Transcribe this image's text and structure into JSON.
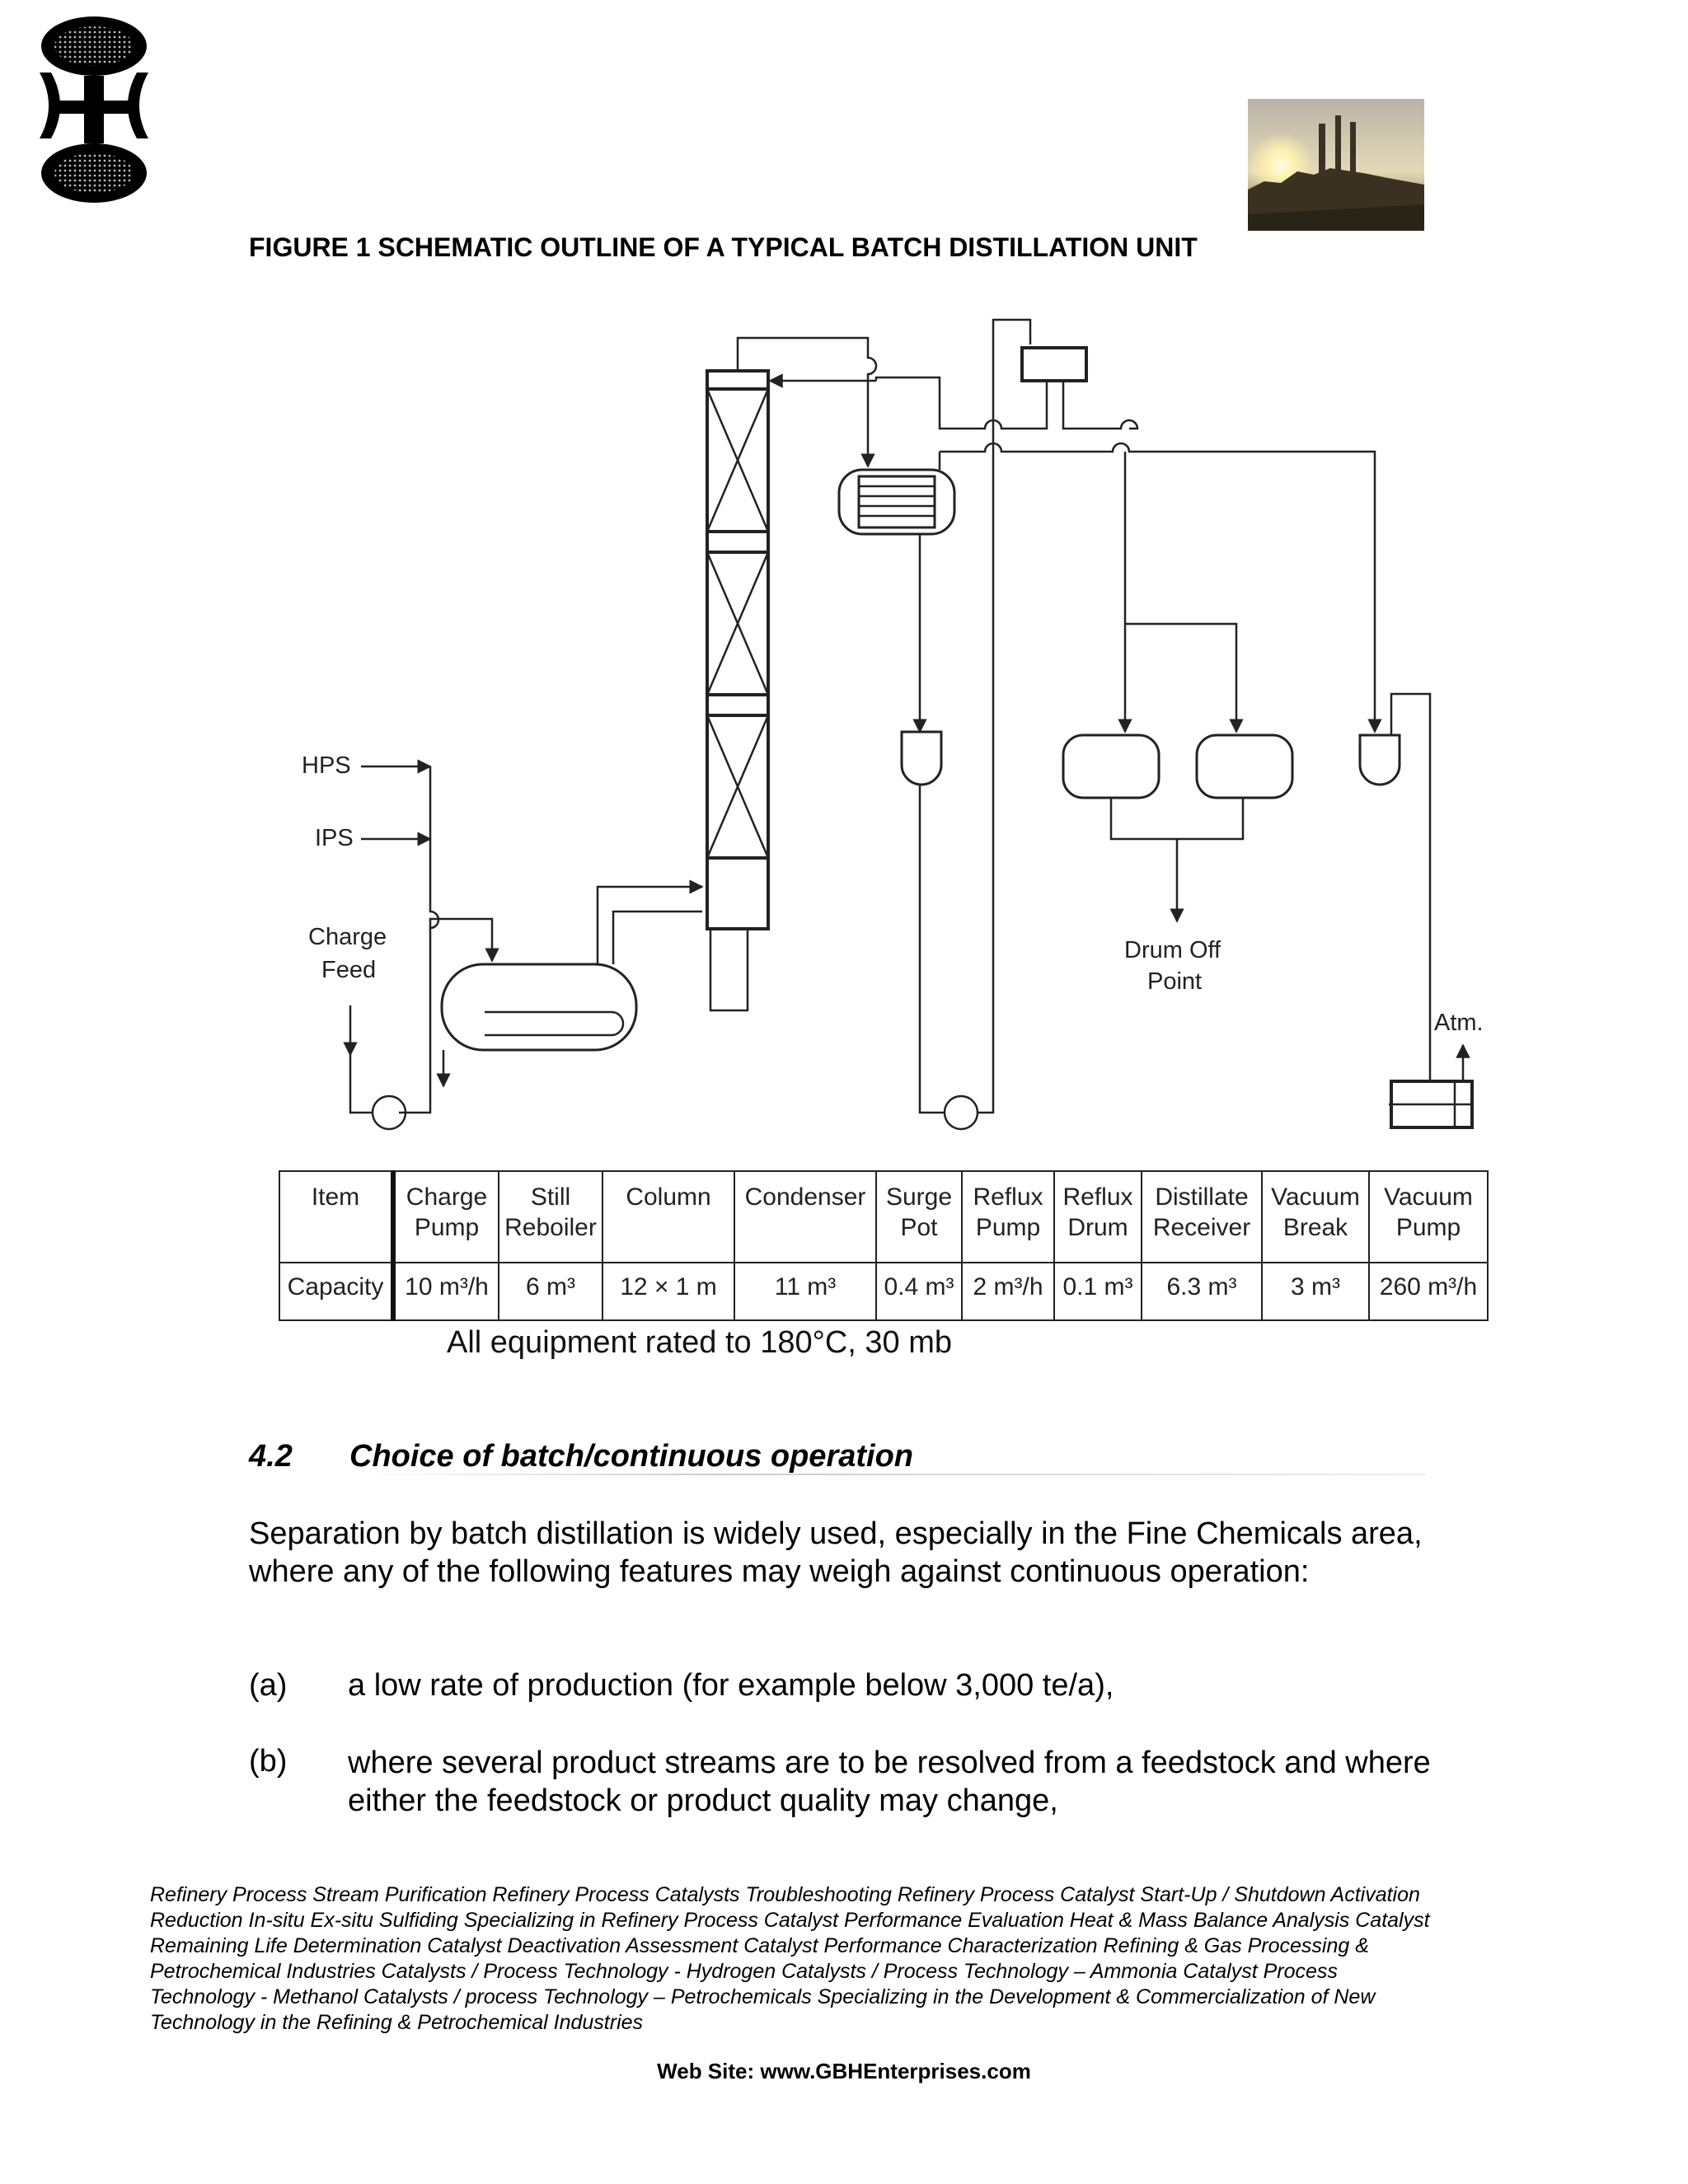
{
  "figure": {
    "title": "FIGURE 1 SCHEMATIC OUTLINE OF A TYPICAL BATCH DISTILLATION UNIT",
    "labels": {
      "hps": "HPS",
      "ips": "IPS",
      "charge": "Charge",
      "feed": "Feed",
      "drum_off": "Drum Off",
      "point": "Point",
      "atm": "Atm."
    }
  },
  "equipment_table": {
    "header": [
      [
        "Item"
      ],
      [
        "Charge",
        "Pump"
      ],
      [
        "Still",
        "Reboiler"
      ],
      [
        "Column"
      ],
      [
        "Condenser"
      ],
      [
        "Surge",
        "Pot"
      ],
      [
        "Reflux",
        "Pump"
      ],
      [
        "Reflux",
        "Drum"
      ],
      [
        "Distillate",
        "Receiver"
      ],
      [
        "Vacuum",
        "Break"
      ],
      [
        "Vacuum",
        "Pump"
      ]
    ],
    "capacity": [
      "Capacity",
      "10 m³/h",
      "6 m³",
      "12 × 1 m",
      "11 m³",
      "0.4 m³",
      "2 m³/h",
      "0.1 m³",
      "6.3 m³",
      "3 m³",
      "260 m³/h"
    ]
  },
  "rating_note": "All equipment rated to 180°C, 30 mb",
  "section": {
    "number": "4.2",
    "title": "Choice of batch/continuous operation",
    "paragraph": "Separation by batch distillation is widely used, especially in the Fine Chemicals area, where any of the following features may weigh against continuous operation:",
    "items": [
      {
        "label": "(a)",
        "text": "a low rate of production (for example below 3,000 te/a),"
      },
      {
        "label": "(b)",
        "text": "where several product streams are to be resolved from a feedstock and where either the feedstock or product quality may change,"
      }
    ]
  },
  "footer": {
    "text": "Refinery Process Stream Purification Refinery Process Catalysts Troubleshooting Refinery Process Catalyst Start-Up / Shutdown Activation Reduction In-situ Ex-situ Sulfiding Specializing in Refinery Process Catalyst Performance Evaluation Heat & Mass Balance Analysis Catalyst Remaining Life Determination Catalyst Deactivation Assessment Catalyst Performance Characterization Refining & Gas Processing & Petrochemical Industries Catalysts / Process Technology - Hydrogen Catalysts / Process Technology – Ammonia Catalyst Process Technology - Methanol Catalysts / process Technology – Petrochemicals Specializing in the Development & Commercialization of New Technology in the Refining & Petrochemical Industries",
    "website": "Web Site: www.GBHEnterprises.com"
  }
}
